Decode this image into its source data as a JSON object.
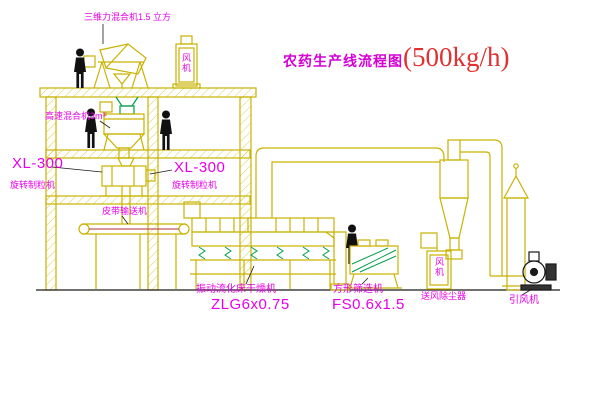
{
  "diagram": {
    "title": "农药生产线流程图",
    "capacity": "(500kg/h)"
  },
  "labels": {
    "mixer_3d": "三维力混合机1.5 立方",
    "high_speed_mixer": "高速混合机3m³",
    "granulator_left_model": "XL-300",
    "granulator_left_name": "旋转制粒机",
    "granulator_mid_model": "XL-300",
    "granulator_mid_name": "旋转制粒机",
    "belt_conveyor": "皮带输送机",
    "dryer_name": "振动流化床干燥机",
    "dryer_model": "ZLG6x0.75",
    "sieve_name": "方形筛选机",
    "sieve_model": "FS0.6x1.5",
    "supply_dust_remover": "送风除尘器",
    "induced_draft_fan": "引风机",
    "roof_fan": "风机",
    "supply_fan": "风机"
  },
  "colors": {
    "line_yellow": "#c9b200",
    "line_green": "#00a046",
    "label_magenta": "#e800e8",
    "title_magenta": "#d400d4",
    "title_red": "#e03030",
    "belt_red": "#b03030",
    "line_black": "#1a1a1a",
    "background": "#ffffff"
  }
}
